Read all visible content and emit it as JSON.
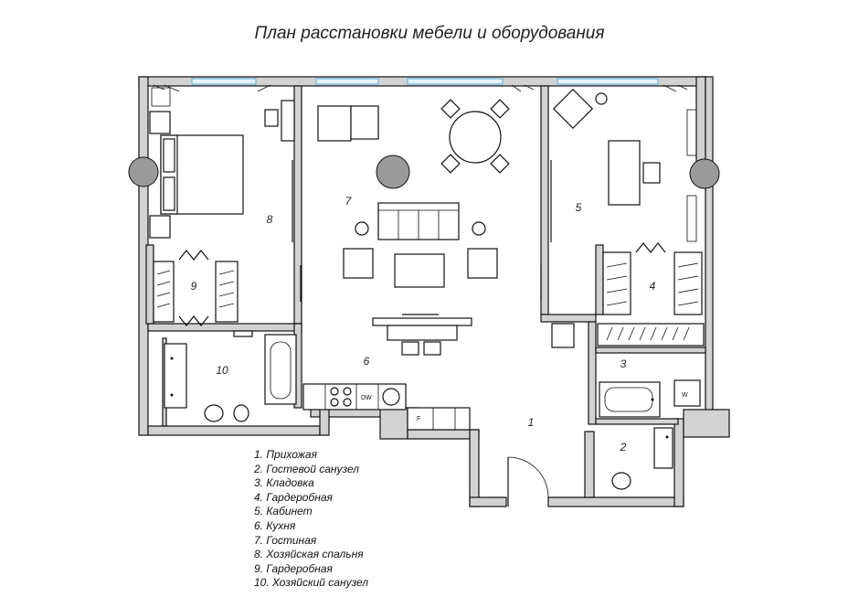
{
  "title": "План расстановки мебели и оборудования",
  "room_numbers": [
    "1",
    "2",
    "3",
    "4",
    "5",
    "6",
    "7",
    "8",
    "9",
    "10"
  ],
  "appliance_labels": {
    "dishwasher": "DW",
    "fridge": "F",
    "washer": "W"
  },
  "legend": [
    "1.  Прихожая",
    "2.  Гостевой санузел",
    "3.  Кладовка",
    "4.  Гардеробная",
    "5.  Кабинет",
    "6.  Кухня",
    "7.  Гостиная",
    "8.  Хозяйская спальня",
    "9.  Гардеробная",
    "10. Хозяйский санузел"
  ]
}
